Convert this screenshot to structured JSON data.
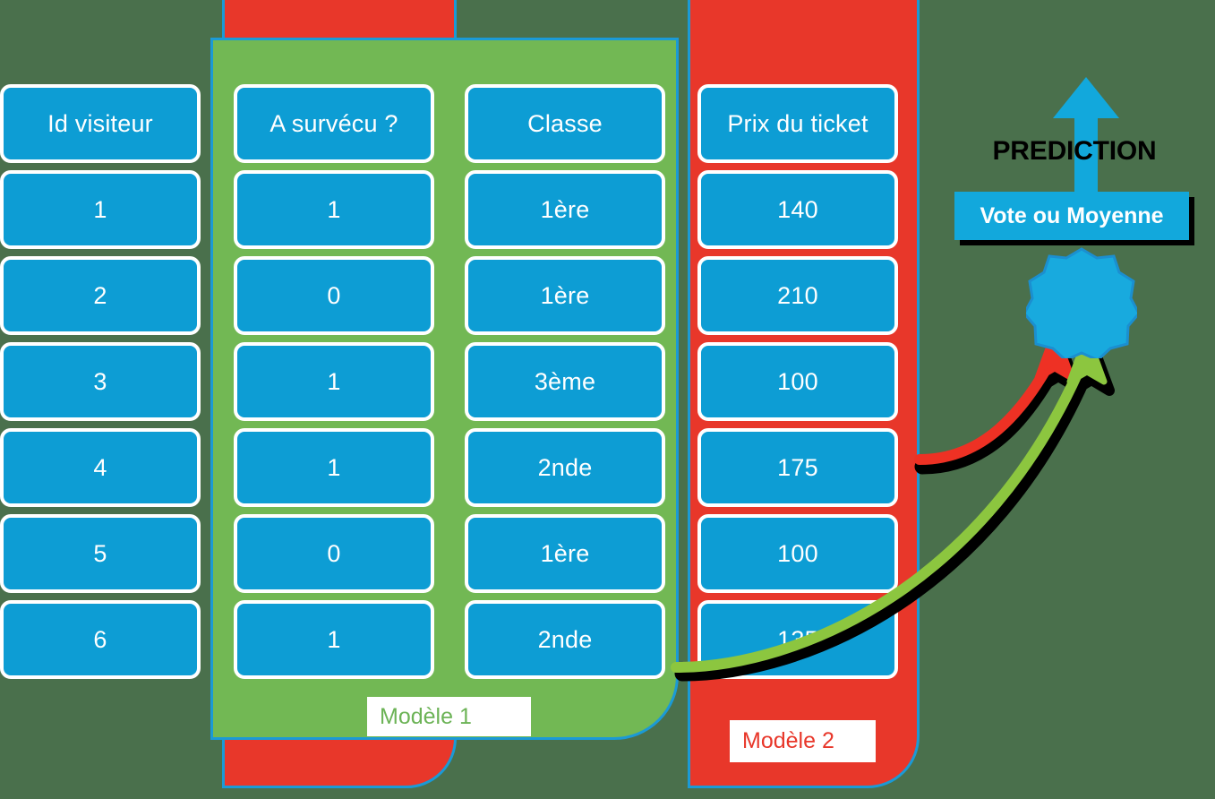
{
  "colors": {
    "background": "#4a704c",
    "cell_blue": "#0d9dd4",
    "panel_green": "#72b854",
    "panel_red": "#e8372a",
    "outline_blue": "#1b9ad6",
    "arrow_red": "#ee3124",
    "arrow_green": "#8cc63f",
    "burst_cyan": "#18aade",
    "vote_box": "#12a8dc"
  },
  "table": {
    "columns": [
      {
        "name": "id-visiteur",
        "header": "Id visiteur",
        "values": [
          "1",
          "2",
          "3",
          "4",
          "5",
          "6"
        ]
      },
      {
        "name": "a-survecu",
        "header": "A survécu ?",
        "values": [
          "1",
          "0",
          "1",
          "1",
          "0",
          "1"
        ]
      },
      {
        "name": "classe",
        "header": "Classe",
        "values": [
          "1ère",
          "1ère",
          "3ème",
          "2nde",
          "1ère",
          "2nde"
        ]
      },
      {
        "name": "prix-du-ticket",
        "header": "Prix du ticket",
        "values": [
          "140",
          "210",
          "100",
          "175",
          "100",
          "135"
        ]
      }
    ]
  },
  "models": {
    "model_1_label": "Modèle 1",
    "model_2_label": "Modèle 2"
  },
  "prediction": {
    "vote_label": "Vote ou Moyenne",
    "prediction_label": "PREDICTION"
  },
  "icons": {
    "up_arrow": "up-arrow-icon",
    "burst": "burst-star-icon",
    "curved_arrow_red": "curved-arrow-red-icon",
    "curved_arrow_green": "curved-arrow-green-icon"
  }
}
